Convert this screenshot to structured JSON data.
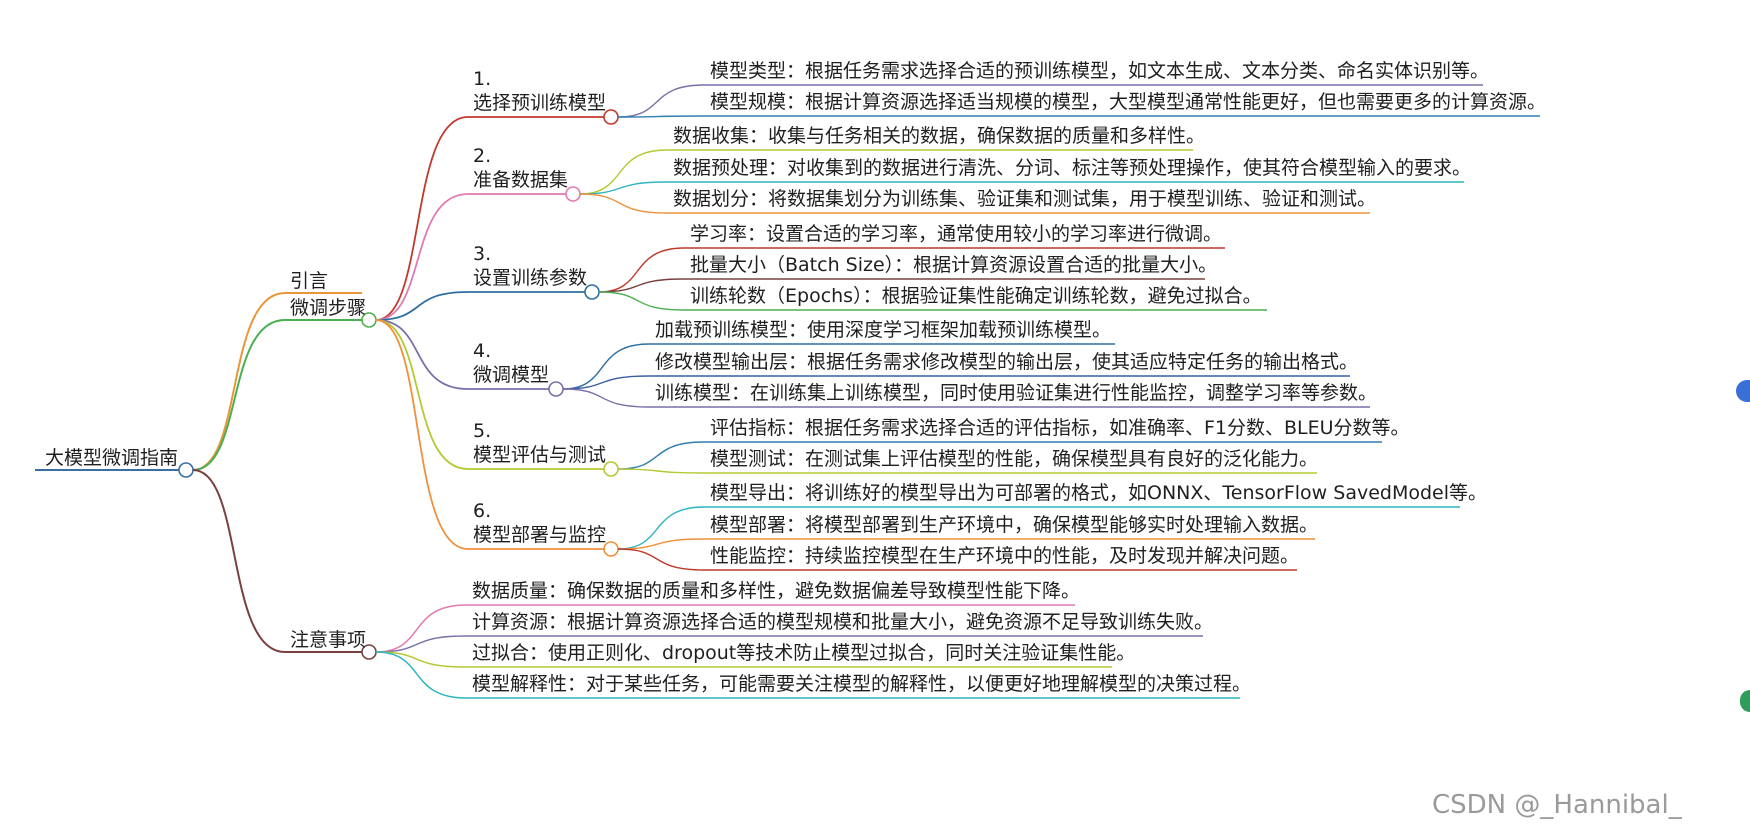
{
  "root": {
    "label": "大模型微调指南"
  },
  "intro": {
    "label": "引言"
  },
  "steps": {
    "label": "微调步骤",
    "items": [
      {
        "num": "1.",
        "title": "选择预训练模型",
        "details": [
          "模型类型：根据任务需求选择合适的预训练模型，如文本生成、文本分类、命名实体识别等。",
          "模型规模：根据计算资源选择适当规模的模型，大型模型通常性能更好，但也需要更多的计算资源。"
        ]
      },
      {
        "num": "2.",
        "title": "准备数据集",
        "details": [
          "数据收集：收集与任务相关的数据，确保数据的质量和多样性。",
          "数据预处理：对收集到的数据进行清洗、分词、标注等预处理操作，使其符合模型输入的要求。",
          "数据划分：将数据集划分为训练集、验证集和测试集，用于模型训练、验证和测试。"
        ]
      },
      {
        "num": "3.",
        "title": "设置训练参数",
        "details": [
          "学习率：设置合适的学习率，通常使用较小的学习率进行微调。",
          "批量大小（Batch Size）：根据计算资源设置合适的批量大小。",
          "训练轮数（Epochs）：根据验证集性能确定训练轮数，避免过拟合。"
        ]
      },
      {
        "num": "4.",
        "title": "微调模型",
        "details": [
          "加载预训练模型：使用深度学习框架加载预训练模型。",
          "修改模型输出层：根据任务需求修改模型的输出层，使其适应特定任务的输出格式。",
          "训练模型：在训练集上训练模型，同时使用验证集进行性能监控，调整学习率等参数。"
        ]
      },
      {
        "num": "5.",
        "title": "模型评估与测试",
        "details": [
          "评估指标：根据任务需求选择合适的评估指标，如准确率、F1分数、BLEU分数等。",
          "模型测试：在测试集上评估模型的性能，确保模型具有良好的泛化能力。"
        ]
      },
      {
        "num": "6.",
        "title": "模型部署与监控",
        "details": [
          "模型导出：将训练好的模型导出为可部署的格式，如ONNX、TensorFlow SavedModel等。",
          "模型部署：将模型部署到生产环境中，确保模型能够实时处理输入数据。",
          "性能监控：持续监控模型在生产环境中的性能，及时发现并解决问题。"
        ]
      }
    ]
  },
  "notes": {
    "label": "注意事项",
    "items": [
      "数据质量：确保数据的质量和多样性，避免数据偏差导致模型性能下降。",
      "计算资源：根据计算资源选择合适的模型规模和批量大小，避免资源不足导致训练失败。",
      "过拟合：使用正则化、dropout等技术防止模型过拟合，同时关注验证集性能。",
      "模型解释性：对于某些任务，可能需要关注模型的解释性，以便更好地理解模型的决策过程。"
    ]
  },
  "watermark": "CSDN @_Hannibal_",
  "colors": {
    "root": "#3a6ea5",
    "intro": "#e8963a",
    "steps": "#4caf50",
    "notes": "#7a4040",
    "step_branches": [
      "#c0392b",
      "#e07ab0",
      "#2e6fa3",
      "#7b6fa8",
      "#b5c832",
      "#f0903a"
    ],
    "detail_palette": [
      "#7b6fa8",
      "#2f7fb0",
      "#b5c832",
      "#2fb5c0",
      "#f0903a",
      "#c0392b",
      "#7a4040",
      "#4caf50",
      "#2e6fa3",
      "#3a5ea5"
    ]
  }
}
